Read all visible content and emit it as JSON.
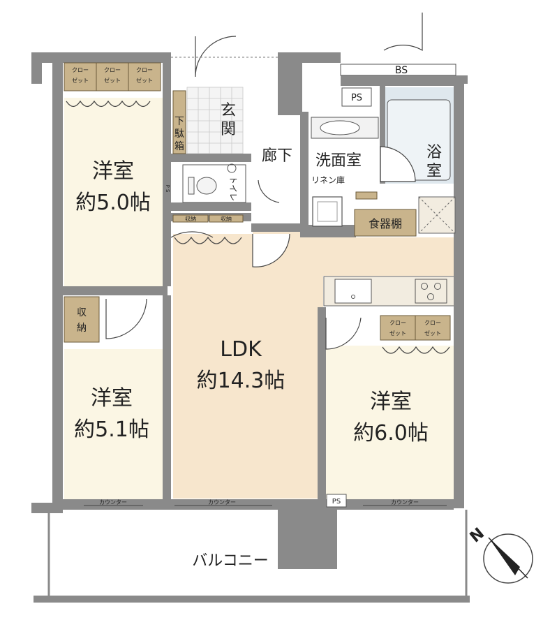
{
  "rooms": {
    "western_room_1": {
      "name": "洋室",
      "size": "約5.0帖"
    },
    "western_room_2": {
      "name": "洋室",
      "size": "約5.1帖"
    },
    "western_room_3": {
      "name": "洋室",
      "size": "約6.0帖"
    },
    "ldk": {
      "name": "LDK",
      "size": "約14.3帖"
    },
    "entrance": {
      "line1": "玄",
      "line2": "関"
    },
    "shoe_box": {
      "line1": "下",
      "line2": "駄",
      "line3": "箱"
    },
    "hallway": {
      "name": "廊下"
    },
    "washroom": {
      "name": "洗面室"
    },
    "linen": {
      "name": "リネン庫"
    },
    "bath": {
      "line1": "浴",
      "line2": "室"
    },
    "toilet": {
      "name": "トイレ"
    },
    "dish_cabinet": {
      "name": "食器棚"
    },
    "storage": {
      "line1": "収",
      "line2": "納"
    },
    "balcony": {
      "name": "バルコニー"
    }
  },
  "labels": {
    "closet_top": "クロー",
    "closet_bottom": "ゼット",
    "small_storage": "収納",
    "counter": "カウンター",
    "bs": "BS",
    "ps": "PS",
    "ps_small": "P S",
    "compass_n": "N"
  }
}
